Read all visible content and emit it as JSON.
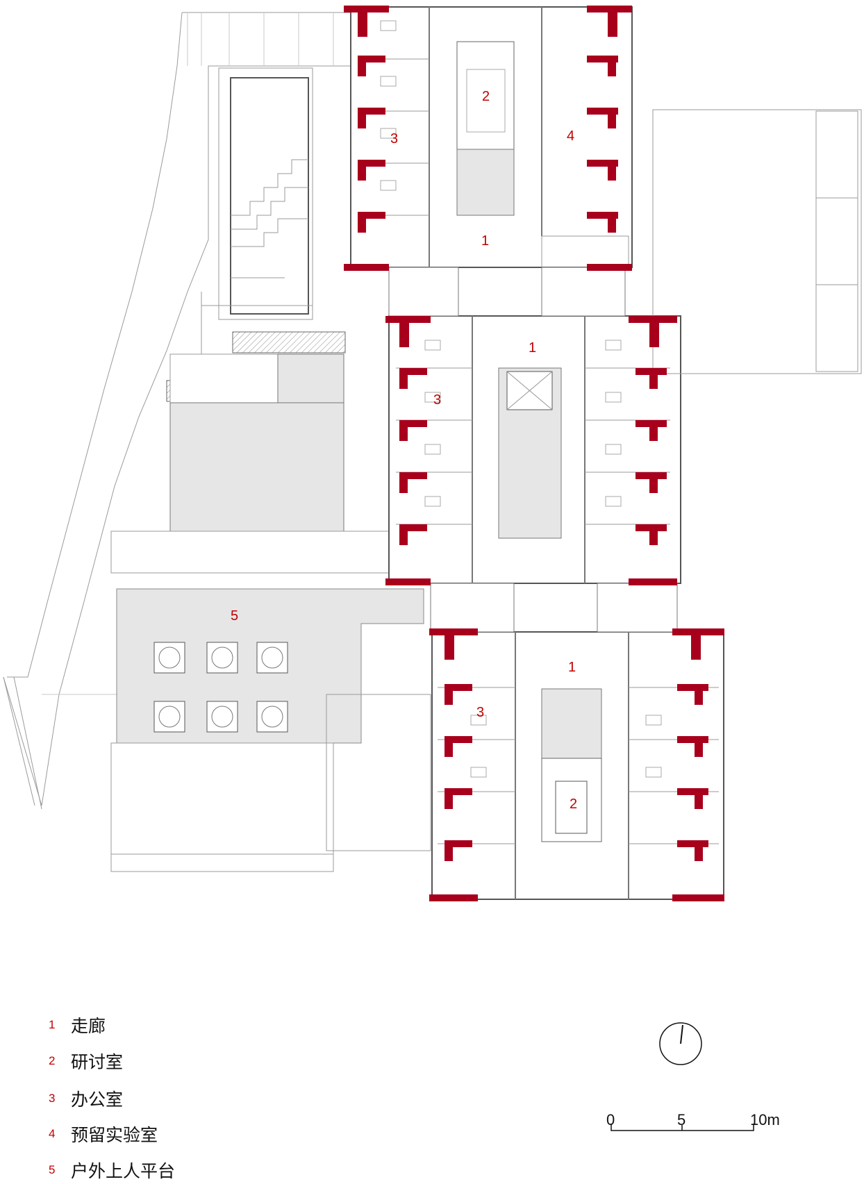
{
  "room_labels": [
    {
      "id": "corridor-north",
      "text": "1"
    },
    {
      "id": "corridor-middle",
      "text": "1"
    },
    {
      "id": "corridor-south",
      "text": "1"
    },
    {
      "id": "seminar-north",
      "text": "2"
    },
    {
      "id": "seminar-south",
      "text": "2"
    },
    {
      "id": "office-north",
      "text": "3"
    },
    {
      "id": "office-middle",
      "text": "3"
    },
    {
      "id": "office-south",
      "text": "3"
    },
    {
      "id": "lab-reserved",
      "text": "4"
    },
    {
      "id": "terrace",
      "text": "5"
    }
  ],
  "legend": [
    {
      "num": "1",
      "label": "走廊"
    },
    {
      "num": "2",
      "label": "研讨室"
    },
    {
      "num": "3",
      "label": "办公室"
    },
    {
      "num": "4",
      "label": "预留实验室"
    },
    {
      "num": "5",
      "label": "户外上人平台"
    }
  ],
  "scale_bar": {
    "ticks": [
      "0",
      "5",
      "10m"
    ]
  },
  "colors": {
    "accent": "#a8001c",
    "wall": "#6e6e6e",
    "fill": "#e6e6e6",
    "line": "#9a9a9a"
  },
  "icons": {
    "north_arrow": "north-arrow-icon"
  }
}
